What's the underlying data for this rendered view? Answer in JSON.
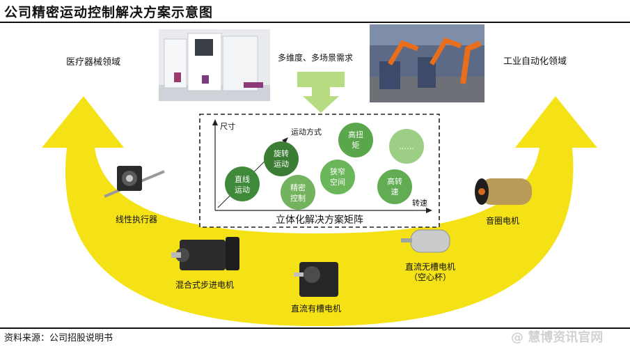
{
  "title": "公司精密运动控制解决方案示意图",
  "source_note": "资料来源：公司招股说明书",
  "watermark": "@ 慧博资讯官网",
  "fields": {
    "medical": "医疗器械领域",
    "industrial": "工业自动化领域",
    "demand": "多维度、多场景需求"
  },
  "matrix": {
    "caption": "立体化解决方案矩阵",
    "y_axis": "尺寸",
    "x_axis": "转速",
    "arrow_label": "运动方式",
    "bubbles": [
      {
        "lines": [
          "直线",
          "运动"
        ],
        "color": "#3f8a3a"
      },
      {
        "lines": [
          "旋转",
          "运动"
        ],
        "color": "#3a7d33"
      },
      {
        "lines": [
          "精密",
          "控制"
        ],
        "color": "#74b35e"
      },
      {
        "lines": [
          "狭窄",
          "空间"
        ],
        "color": "#6bb55a"
      },
      {
        "lines": [
          "高扭",
          "矩"
        ],
        "color": "#5aa64c"
      },
      {
        "lines": [
          "高转",
          "速"
        ],
        "color": "#62ad54"
      },
      {
        "lines": [
          "……"
        ],
        "color": "#9ccf85"
      }
    ]
  },
  "products": {
    "linear_actuator": "线性执行器",
    "hybrid_stepper": "混合式步进电机",
    "slotted_dc": "直流有槽电机",
    "slotless_dc_line1": "直流无槽电机",
    "slotless_dc_line2": "（空心杯）",
    "voice_coil": "音圈电机"
  },
  "colors": {
    "arc_yellow": "#f5e216",
    "arrow_green": "#b7dc82",
    "bubble_dark": "#3f8a3a",
    "bubble_light": "#9ccf85"
  }
}
